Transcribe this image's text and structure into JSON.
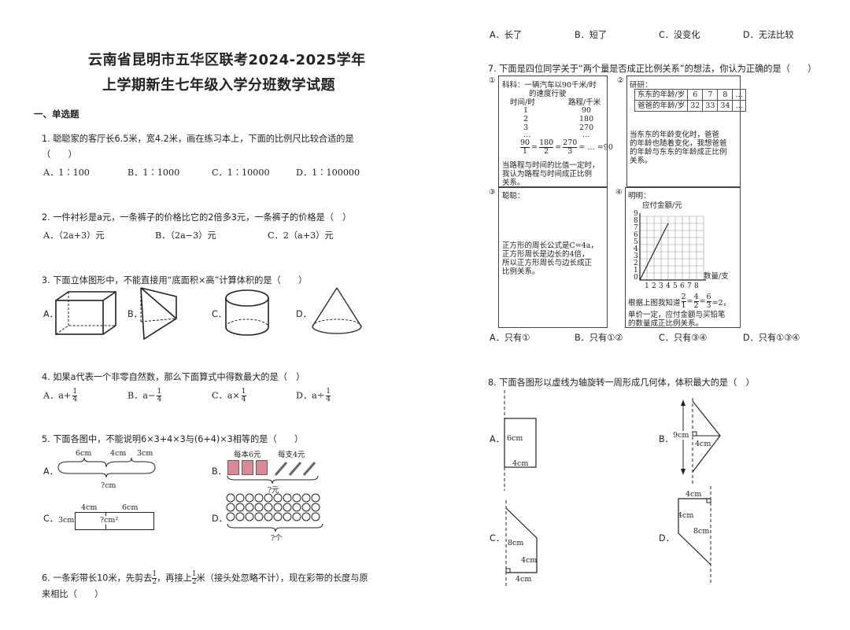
{
  "header": {
    "title_line1": "云南省昆明市五华区联考2024-2025学年",
    "title_line2": "上学期新生七年级入学分班数学试题"
  },
  "section1": "一、单选题",
  "q1": {
    "text": "1. 聪聪家的客厅长6.5米，宽4.2米，画在练习本上，下面的比例尺比较合适的是",
    "paren": "（　　）",
    "options": [
      "A．1∶100",
      "B．1∶1000",
      "C．1∶10000",
      "D．1∶100000"
    ]
  },
  "q2": {
    "text": "2. 一件衬衫是a元，一条裤子的价格比它的2倍多3元，一条裤子的价格是（　）",
    "options": [
      "A．（2a+3）元",
      "B．（2a−3）元",
      "C．2（a+3）元"
    ]
  },
  "q3": {
    "text": "3. 下面立体图形中，不能直接用“底面积×高”计算体积的是（　　）",
    "options": [
      "A．",
      "B．",
      "C．",
      "D．"
    ]
  },
  "q4": {
    "text": "4. 如果a代表一个非零自然数，那么下面算式中得数最大的是（　）",
    "options": [
      "A．a+",
      "B．a−",
      "C．a×",
      "D．a÷"
    ],
    "frac_num": "1",
    "frac_den": "4"
  },
  "q5": {
    "text": "5. 下面各图中，不能说明6×3+4×3与(6+4)×3相等的是（　　）",
    "labels": [
      "A．",
      "B．",
      "C．",
      "D．"
    ],
    "a_top": [
      "6cm",
      "4cm",
      "3cm"
    ],
    "a_bottom": "?cm",
    "b_top": [
      "每本6元",
      "每支4元"
    ],
    "b_bottom": "?元",
    "c_top": [
      "4cm",
      "6cm"
    ],
    "c_left": "3cm",
    "c_center": "?cm²",
    "d_bottom": "?个"
  },
  "q6": {
    "text_a": "6. 一条彩带长10米，先剪去",
    "text_b": "，再接上",
    "text_c": "米（接头处忽略不计），现在彩带的长度与原",
    "text_line2": "来相比（　　）",
    "frac_num": "1",
    "frac_den": "2"
  },
  "q6_options": [
    "A．长了",
    "B．短了",
    "C．没变化",
    "D．无法比较"
  ],
  "q7": {
    "text": "7. 下面是四位同学关于“两个量是否成正比例关系”的想法，你认为正确的是（　　）",
    "p1": {
      "num": "①",
      "head1": "科科：一辆汽车以90千米/时",
      "head2": "的速度行驶",
      "col1": "时间/时",
      "col2": "路程/千米",
      "rows": [
        [
          "1",
          "90"
        ],
        [
          "2",
          "180"
        ],
        [
          "3",
          "270"
        ],
        [
          "…",
          "…"
        ]
      ],
      "eq": "= … =90",
      "fracs": [
        [
          "90",
          "1"
        ],
        [
          "180",
          "2"
        ],
        [
          "270",
          "3"
        ]
      ],
      "c1": "当路程与时间的比值一定时，",
      "c2": "我认为路程与时间成正比例",
      "c3": "关系。"
    },
    "p2": {
      "num": "②",
      "head": "研研：",
      "r1h": "东东的年龄/岁",
      "r1": [
        "6",
        "7",
        "8",
        "…"
      ],
      "r2h": "爸爸的年龄/岁",
      "r2": [
        "32",
        "33",
        "34",
        "…"
      ],
      "c1": "当东东的年龄变化时，爸爸",
      "c2": "的年龄也随着变化，我想爸爸",
      "c3": "的年龄与东东的年龄成正比例",
      "c4": "关系。"
    },
    "p3": {
      "num": "③",
      "head": "聪聪：",
      "c1": "正方形的周长公式是C=4a，",
      "c2": "正方形周长是边长的4倍，",
      "c3": "所以正方形周长与边长成正",
      "c4": "比例关系。"
    },
    "p4": {
      "num": "④",
      "head": "明明：",
      "ylabel": "应付金额/元",
      "xlabel": "数量/支",
      "yticks": [
        "9",
        "8",
        "7",
        "6",
        "5",
        "4",
        "3",
        "2",
        "1",
        "0"
      ],
      "xticks": [
        "1",
        "2",
        "3",
        "4",
        "5",
        "6",
        "7",
        "8"
      ],
      "c1a": "根据上图我知道",
      "c1b": "=2，",
      "fracs": [
        [
          "2",
          "1"
        ],
        [
          "4",
          "2"
        ],
        [
          "6",
          "3"
        ]
      ],
      "c2": "单价一定，应付金额与买铅笔",
      "c3": "的数量成正比例关系。"
    },
    "options": [
      "A．只有①",
      "B．只有①②",
      "C．只有③④",
      "D．只有①③④"
    ]
  },
  "q8": {
    "text": "8. 下面各图形以虚线为轴旋转一周形成几何体，体积最大的是（　）",
    "labels": [
      "A．",
      "B．",
      "C．",
      "D．"
    ],
    "a": [
      "6cm",
      "4cm"
    ],
    "b": [
      "9cm",
      "4cm"
    ],
    "c": [
      "8cm",
      "4cm",
      "4cm"
    ],
    "d": [
      "4cm",
      "4cm",
      "8cm"
    ]
  }
}
